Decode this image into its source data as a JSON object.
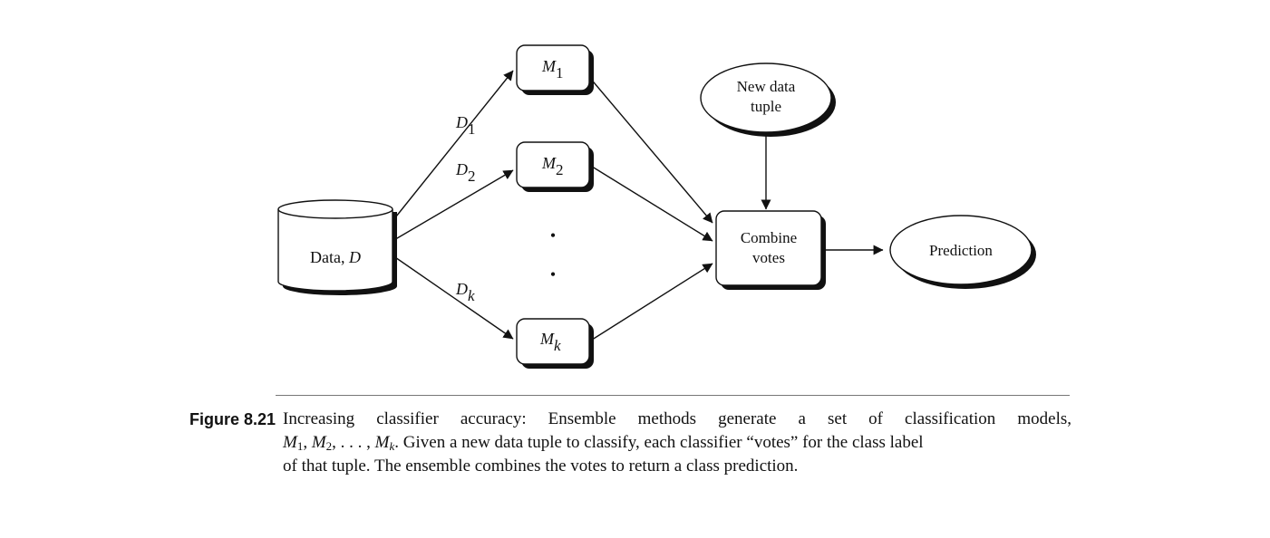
{
  "diagram": {
    "data_store": {
      "label": "Data,",
      "var": "D"
    },
    "subsets": [
      {
        "var": "D",
        "sub": "1"
      },
      {
        "var": "D",
        "sub": "2"
      },
      {
        "var": "D",
        "sub": "k"
      }
    ],
    "models": [
      {
        "var": "M",
        "sub": "1"
      },
      {
        "var": "M",
        "sub": "2"
      },
      {
        "var": "M",
        "sub": "k"
      }
    ],
    "ellipsis": [
      "•",
      "•"
    ],
    "new_tuple": [
      "New data",
      "tuple"
    ],
    "combine": [
      "Combine",
      "votes"
    ],
    "prediction": "Prediction"
  },
  "caption": {
    "label": "Figure 8.21",
    "line1": "Increasing classifier accuracy: Ensemble methods generate a set of classification models,",
    "line2": {
      "m": "M",
      "s1": "1",
      "s2": "2",
      "sk": "k",
      "sep": ", ",
      "dots": ", . . . , ",
      "rest": ". Given a new data tuple to classify, each classifier “votes” for the class label"
    },
    "line3": "of that tuple. The ensemble combines the votes to return a class prediction."
  }
}
